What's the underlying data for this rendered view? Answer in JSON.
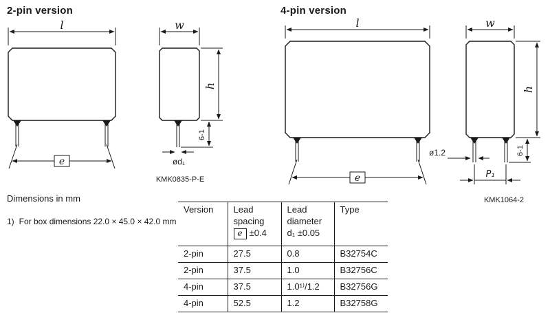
{
  "sections": {
    "two_pin": {
      "heading": "2-pin version",
      "front": {
        "length_label": "l",
        "spacing_label": "e"
      },
      "side": {
        "width_label": "w",
        "height_label": "h",
        "lead_length_label": "6-1",
        "lead_diameter_label": "ød₁",
        "caption": "KMK0835-P-E"
      }
    },
    "four_pin": {
      "heading": "4-pin version",
      "front": {
        "length_label": "l",
        "spacing_label": "e"
      },
      "side": {
        "width_label": "w",
        "height_label": "h",
        "lead_length_label": "6-1",
        "lead_diameter_label": "ø1.2",
        "pin_spacing_label": "P₁",
        "caption": "KMK1064-2"
      }
    }
  },
  "notes": {
    "units": "Dimensions in mm",
    "footnote_marker": "1)",
    "footnote": "For box dimensions 22.0 × 45.0 × 42.0 mm"
  },
  "table": {
    "headers": {
      "version": "Version",
      "lead_spacing": "Lead spacing",
      "lead_spacing_symbol": "e",
      "lead_spacing_tolerance": "±0.4",
      "lead_diameter": "Lead diameter",
      "lead_diameter_sub": "d₁ ±0.05",
      "type": "Type"
    },
    "rows": [
      {
        "version": "2-pin",
        "lead_spacing": "27.5",
        "lead_diameter": "0.8",
        "type": "B32754C"
      },
      {
        "version": "2-pin",
        "lead_spacing": "37.5",
        "lead_diameter": "1.0",
        "type": "B32756C"
      },
      {
        "version": "4-pin",
        "lead_spacing": "37.5",
        "lead_diameter": "1.0¹⁾/1.2",
        "type": "B32756G"
      },
      {
        "version": "4-pin",
        "lead_spacing": "52.5",
        "lead_diameter": "1.2",
        "type": "B32758G"
      }
    ]
  }
}
